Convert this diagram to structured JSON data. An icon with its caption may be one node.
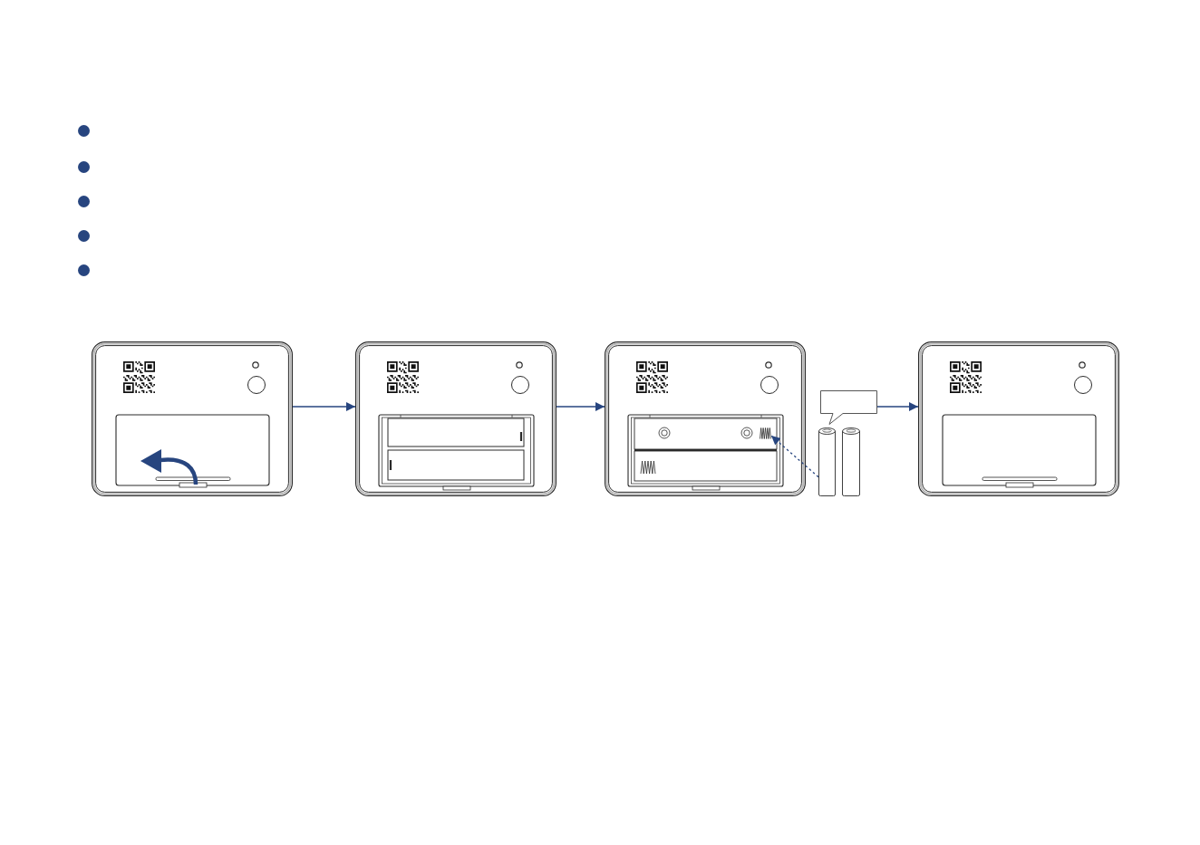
{
  "diagram": {
    "nodes": [
      {
        "text": [],
        "shape": "picture"
      },
      {
        "text": [],
        "shape": "picture"
      },
      {
        "text": [],
        "shape": "picture"
      },
      {
        "text": [],
        "shape": "spring",
        "in": 2
      },
      {
        "text": [],
        "shape": "bubble"
      },
      {
        "text": [],
        "shape": "cylinder"
      },
      {
        "text": [],
        "shape": "cylinder"
      },
      {
        "text": [],
        "shape": "picture"
      }
    ],
    "edges": [
      {
        "from": 0,
        "to": 1,
        "arrow": "to"
      },
      {
        "from": 1,
        "to": 2,
        "arrow": "to"
      },
      {
        "from": 4,
        "to": 7,
        "arrow": "to"
      },
      {
        "from": 5,
        "to": 3,
        "arrow": "to",
        "style": "dashed"
      }
    ]
  }
}
